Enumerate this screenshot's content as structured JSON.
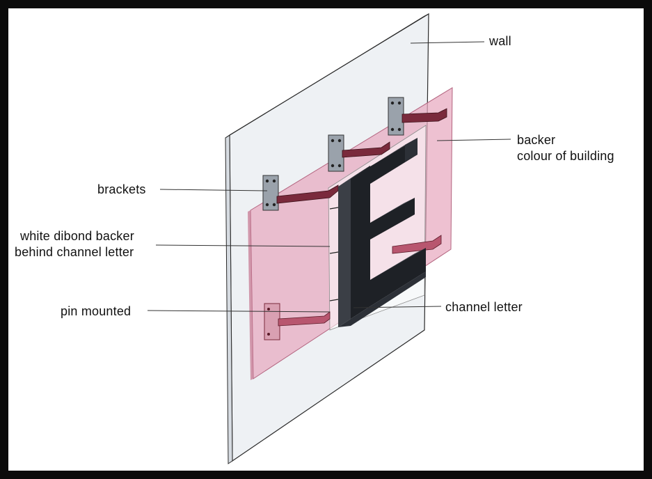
{
  "colors": {
    "page_border": "#0b0b0b",
    "background": "#ffffff",
    "wall_fill": "#eef1f4",
    "wall_edge": "#2a2a2a",
    "backer_pink": "#e7a9bf",
    "dibond_white": "#ffffff",
    "channel_letter": "#1e2126",
    "bracket_plate": "#9aa2ab",
    "bracket_arm": "#7a2a3c",
    "leader_line": "#333333"
  },
  "labels": {
    "wall": "wall",
    "backer_line1": "backer",
    "backer_line2": "colour of building",
    "brackets": "brackets",
    "dibond_line1": "white dibond backer",
    "dibond_line2": "behind channel letter",
    "pin_mounted": "pin mounted",
    "channel_letter": "channel letter"
  },
  "icons": {
    "wall": "wall-panel",
    "backer": "backer-panel",
    "dibond": "dibond-panel",
    "letter": "channel-letter-E",
    "brackets": "wall-bracket",
    "pins": "mounting-pin"
  }
}
